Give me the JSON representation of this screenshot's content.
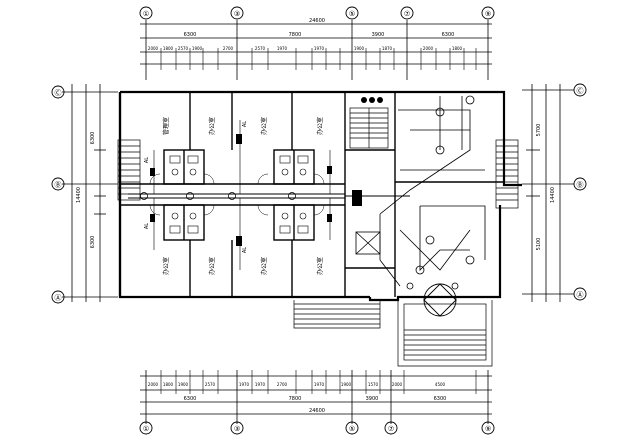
{
  "drawing": {
    "top_grid_labels": [
      "①",
      "③",
      "⑤",
      "⑦",
      "⑨"
    ],
    "bottom_grid_labels": [
      "①",
      "③",
      "⑤",
      "⑦",
      "⑨"
    ],
    "left_grid_labels": [
      "Ⓐ",
      "Ⓑ",
      "Ⓒ"
    ],
    "right_grid_labels": [
      "Ⓐ",
      "Ⓑ",
      "Ⓒ"
    ],
    "top_overall_dim": "24600",
    "top_mid_dims": [
      "6300",
      "7800",
      "3900",
      "6300"
    ],
    "top_detail_dims": [
      "2000",
      "1800",
      "2570",
      "1900",
      "2700",
      "2570",
      "1970",
      "1970",
      "1900",
      "1870",
      "2000",
      "1800"
    ],
    "bottom_overall_dim": "24600",
    "bottom_mid_dims": [
      "6300",
      "7800",
      "3900",
      "6300"
    ],
    "bottom_detail_dims": [
      "2000",
      "1800",
      "1900",
      "2570",
      "1970",
      "1970",
      "2700",
      "1970",
      "1900",
      "1570",
      "2000",
      "4500"
    ],
    "left_overall_dim": "14400",
    "left_dims": [
      "6300",
      "6300"
    ],
    "right_overall_dim": "14400",
    "right_dims": [
      "5700",
      "5100"
    ],
    "room_tags": [
      "管理室",
      "办公室",
      "办公室",
      "办公室",
      "办公室",
      "办公室",
      "办公室",
      "办公室"
    ],
    "panel_tag": "AL"
  }
}
